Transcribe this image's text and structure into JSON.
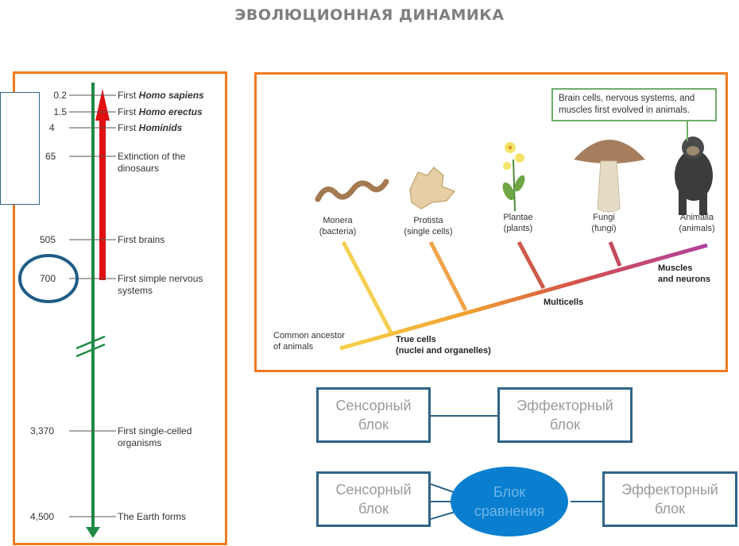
{
  "title": "ЭВОЛЮЦИОННАЯ ДИНАМИКА",
  "timeline": {
    "events": [
      {
        "value": "0.2",
        "pre": "First ",
        "em": "Homo sapiens",
        "post": ""
      },
      {
        "value": "1.5",
        "pre": "First ",
        "em": "Homo erectus",
        "post": ""
      },
      {
        "value": "4",
        "pre": "First ",
        "em": "Hominids",
        "post": ""
      },
      {
        "value": "65",
        "pre": "Extinction of the",
        "em": "",
        "post": "",
        "line2": "dinosaurs"
      },
      {
        "value": "505",
        "pre": "First brains",
        "em": "",
        "post": ""
      },
      {
        "value": "700",
        "pre": "First simple nervous",
        "em": "",
        "post": "",
        "line2": "systems"
      },
      {
        "value": "3,370",
        "pre": "First single-celled",
        "em": "",
        "post": "",
        "line2": "organisms"
      },
      {
        "value": "4,500",
        "pre": "The Earth forms",
        "em": "",
        "post": ""
      }
    ]
  },
  "tree": {
    "note": "Brain cells, nervous systems, and muscles first evolved in animals.",
    "kingdoms": [
      {
        "name": "Monera",
        "sub": "(bacteria)"
      },
      {
        "name": "Protista",
        "sub": "(single cells)"
      },
      {
        "name": "Plantae",
        "sub": "(plants)"
      },
      {
        "name": "Fungi",
        "sub": "(fungi)"
      },
      {
        "name": "Animalia",
        "sub": "(animals)"
      }
    ],
    "ancestor_l1": "Common ancestor",
    "ancestor_l2": "of animals",
    "true_cells_l1": "True cells",
    "true_cells_l2": "(nuclei and organelles)",
    "multicells": "Multicells",
    "muscles_l1": "Muscles",
    "muscles_l2": "and neurons"
  },
  "diagram1": {
    "sensor_l1": "Сенсорный",
    "sensor_l2": "блок",
    "effector_l1": "Эффекторный",
    "effector_l2": "блок"
  },
  "diagram2": {
    "sensor_l1": "Сенсорный",
    "sensor_l2": "блок",
    "compare_l1": "Блок",
    "compare_l2": "сравнения",
    "effector_l1": "Эффекторный",
    "effector_l2": "блок"
  },
  "colors": {
    "panel_border": "#f07a1e",
    "timeline_arrow": "#1e8a45",
    "red_arrow": "#e01010",
    "circle": "#1f5d86",
    "block_border": "#2f6486",
    "oval_fill": "#0a7fcf"
  }
}
